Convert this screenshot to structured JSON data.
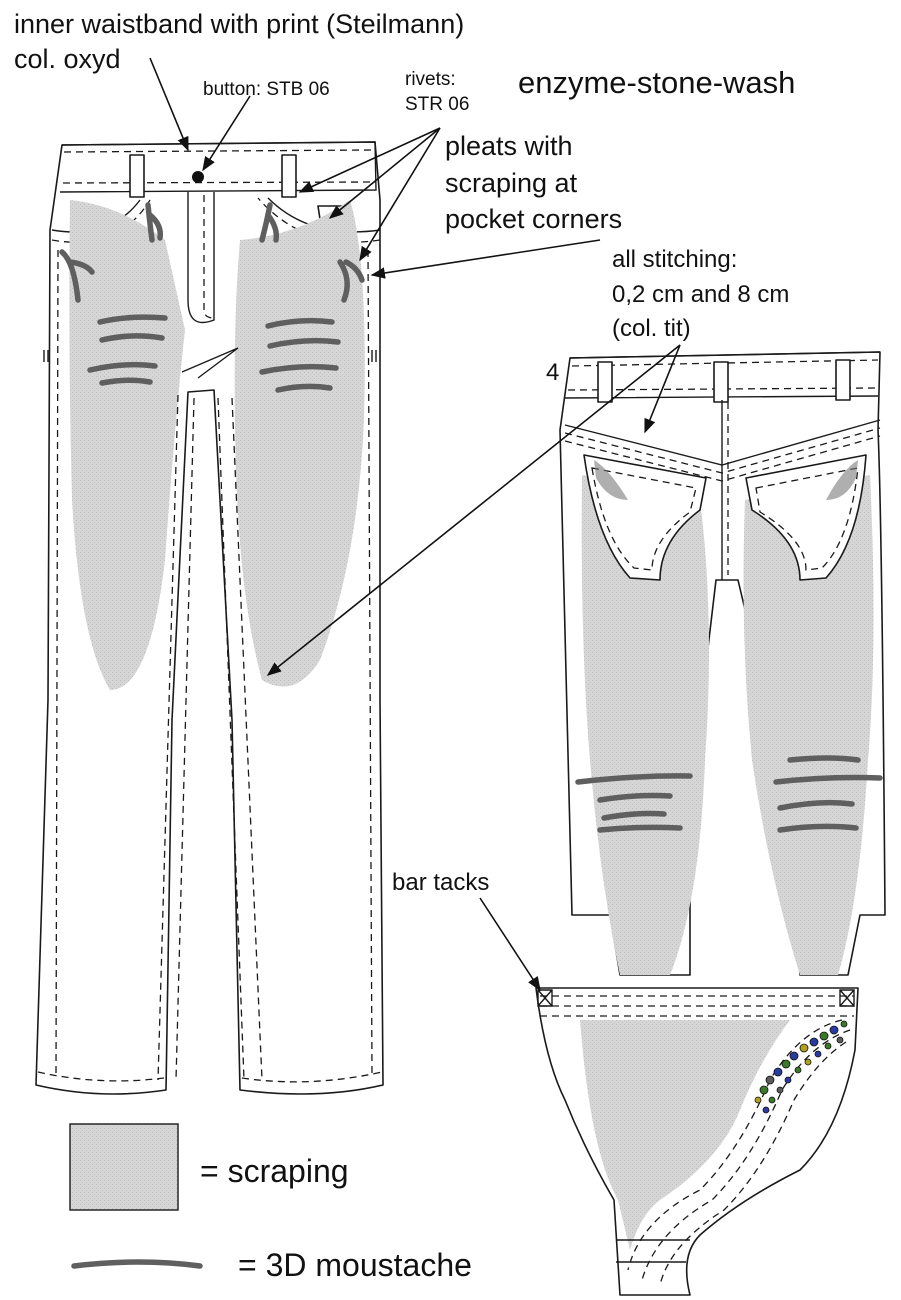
{
  "labels": {
    "inner_waistband": "inner waistband with print (Steilmann)",
    "col_oxyd": "col. oxyd",
    "button": "button: STB 06",
    "rivets": "rivets:",
    "rivets_code": "STR 06",
    "wash": "enzyme-stone-wash",
    "pleats_l1": "pleats with",
    "pleats_l2": "scraping at",
    "pleats_l3": "pocket corners",
    "stitch_l1": "all stitching:",
    "stitch_l2": "0,2 cm and 8 cm",
    "stitch_l3": "(col. tit)",
    "back_number": "4",
    "bar_tacks": "bar tacks"
  },
  "legend": {
    "scraping": "= scraping",
    "moustache": "= 3D moustache"
  },
  "colors": {
    "scraping_fill": "#d2d2d2",
    "moustache_stroke": "#5f5f5f",
    "outline": "#1a1a1a",
    "rhinestones": [
      "#3a7a2a",
      "#2a3aa0",
      "#b0a020",
      "#5a5a5a"
    ]
  }
}
